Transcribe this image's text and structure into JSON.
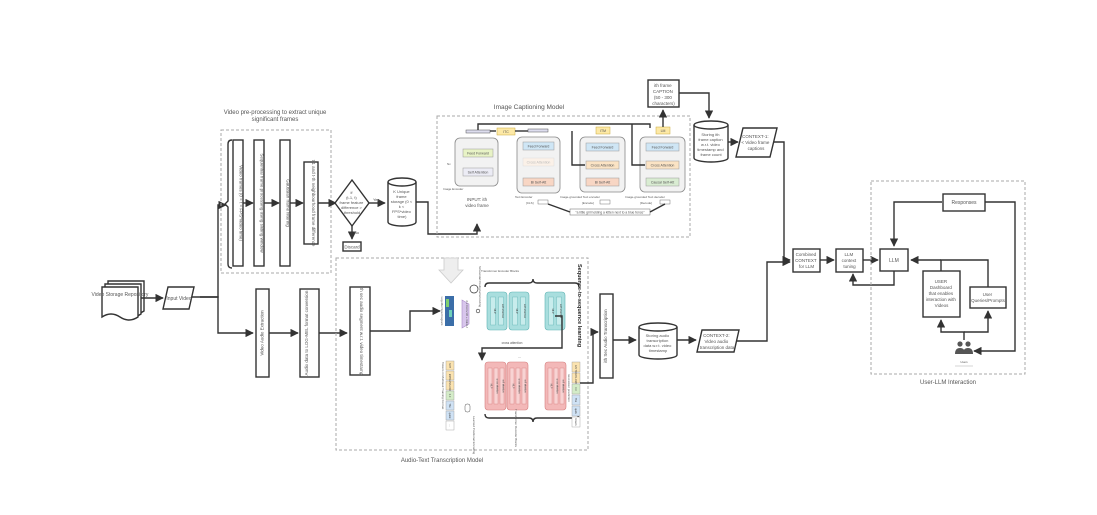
{
  "source": {
    "storage": "Video Storage Repository",
    "input": "Input Video"
  },
  "preprocessing": {
    "title_line1": "Video pre-processing to extract unique",
    "title_line2": "significant frames",
    "steps": [
      "Video frames (0 < t < FPS*video time)",
      "Sequential frame processing using sliding window",
      "Gaussian frame filtering",
      "t-1 and t-th neighbourhood frame difference"
    ]
  },
  "decision": {
    "lines": [
      "if",
      "(t-1, t)",
      "frame feature",
      "difference >",
      "threshold"
    ],
    "yes": "Yes",
    "no": "No",
    "discard": "Discard"
  },
  "frames_store": {
    "lines": [
      "K Unique",
      "frame",
      "storage (0 <",
      "k <",
      "FPS*video",
      "time)"
    ]
  },
  "captioning": {
    "title": "Image Captioning Model",
    "input_label_line1": "INPUT: ith",
    "input_label_line2": "video frame",
    "image_encoder": {
      "label": "Image Encoder",
      "blocks": [
        "Feed Forward",
        "Self Attention"
      ],
      "nx": "Nx"
    },
    "text_encoder": {
      "label": "Text Encoder",
      "blocks": [
        "Feed Forward",
        "Cross Attention",
        "Bi Self-Att"
      ],
      "head": "ITC",
      "token": "[CLS]"
    },
    "grounded_encoder": {
      "label": "Image-grounded Text encoder",
      "blocks": [
        "Feed Forward",
        "Cross Attention",
        "Bi Self-Att"
      ],
      "head": "ITM",
      "token": "[Encode]"
    },
    "grounded_decoder": {
      "label": "Image-grounded Text decoder",
      "blocks": [
        "Feed Forward",
        "Cross Attention",
        "Causal Self-Att"
      ],
      "head": "LM",
      "token": "[Decode]"
    },
    "caption_example": "\"a little girl holding a kitten next to a blue fence\""
  },
  "caption_output": {
    "lines": [
      "ith frame",
      "CAPTION",
      "(50 - 300",
      "characters)"
    ]
  },
  "caption_store": {
    "lines": [
      "Storing ith",
      "frame caption",
      "w.r.t. video",
      "timestamp and",
      "frame count"
    ]
  },
  "context1": {
    "lines": [
      "CONTEXT-1:",
      "< Video frame",
      "captions"
    ]
  },
  "audio": {
    "extraction": "Video Audio Extraction",
    "conversion": "Audio data to LOG-MEL format conversion",
    "segment": "ith sec audio segment w.r.t. video timestamp",
    "transcription": "ith Sec Audio Transcription"
  },
  "transcription_model": {
    "title": "Audio-Text Transcription Model",
    "side_title": "Sequence-to-sequence learning",
    "spectrogram": "Log-Mel Spectrogram",
    "conv": "2 x Conv1D + GELU",
    "pos": "Sinusoidal Positional Encoding",
    "encoder_label": "Transformer Encoder Blocks",
    "decoder_label": "Transformer Decoder Blocks",
    "cross_attention": "cross attention",
    "ellipsis": "...",
    "enc_block_parts": [
      "MLP",
      "self attention"
    ],
    "dec_block_parts": [
      "MLP",
      "cross attention",
      "self attention"
    ],
    "in_tokens": [
      "SOT",
      "EN",
      "TRANS-CRIBE",
      "0.0",
      "The",
      "quick",
      "..."
    ],
    "out_tokens": [
      "EN",
      "TRANS-CRIBE",
      "0.0",
      "The",
      "quick",
      "brown"
    ],
    "tokens_label": "Tokens in Multitask Training Format",
    "learned_pos": "Learned Positional Encoding",
    "next_token": "next-token prediction"
  },
  "audio_store": {
    "lines": [
      "Storing audio",
      "transcription",
      "data w.r.t. video",
      "timestamp"
    ]
  },
  "context2": {
    "lines": [
      "CONTEXT-2:",
      "Video audio",
      "transcription data"
    ]
  },
  "combined": {
    "lines": [
      "Combined",
      "CONTEXT",
      "for LLM"
    ]
  },
  "tuning": {
    "lines": [
      "LLM",
      "context",
      "tuning"
    ]
  },
  "interaction": {
    "title": "User-LLM Interaction",
    "llm": "LLM",
    "responses": "Responses",
    "dashboard": [
      "USER",
      "Dashboard",
      "that enables",
      "interaction with",
      "Videos"
    ],
    "queries": [
      "User",
      "Queries/Prompts"
    ],
    "users_label": "Users"
  }
}
